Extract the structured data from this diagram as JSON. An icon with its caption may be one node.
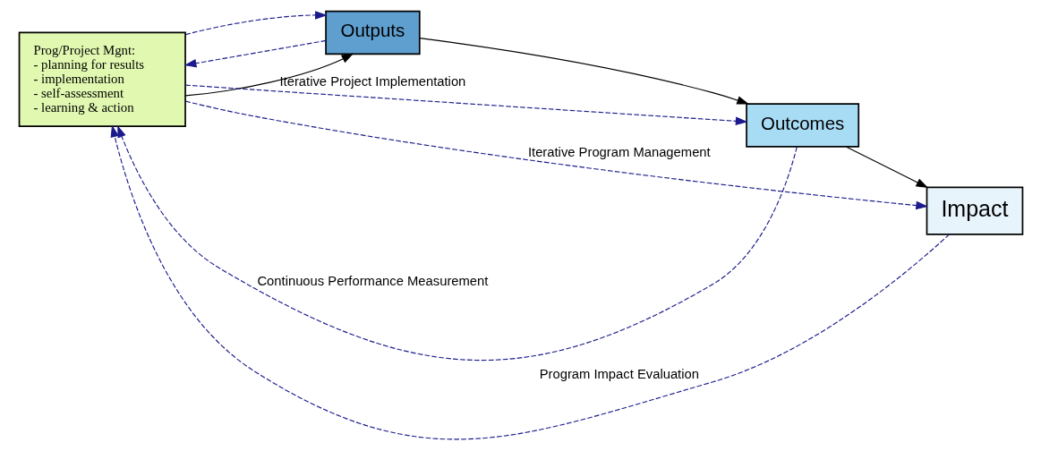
{
  "diagram": {
    "nodes": [
      {
        "text": [
          "Prog/Project Mgnt:",
          "- planning for results",
          "- implementation",
          "- self-assessment",
          "- learning & action"
        ]
      },
      {
        "text": [
          "Outputs"
        ]
      },
      {
        "text": [
          "Outcomes"
        ]
      },
      {
        "text": [
          "Impact"
        ]
      }
    ],
    "edges": [
      {
        "from": 0,
        "to": 1,
        "arrow": "to",
        "color": "#000000"
      },
      {
        "from": 1,
        "to": 2,
        "arrow": "to",
        "color": "#000000"
      },
      {
        "from": 2,
        "to": 3,
        "arrow": "to",
        "color": "#000000"
      },
      {
        "from": 1,
        "to": 0,
        "arrow": "to",
        "style": "dashed",
        "color": "#1a1a8c"
      },
      {
        "from": 2,
        "to": 0,
        "arrow": "to",
        "style": "dashed",
        "color": "#1a1a8c",
        "label": "Continuous Performance Measurement"
      },
      {
        "from": 3,
        "to": 0,
        "arrow": "to",
        "style": "dashed",
        "color": "#1a1a8c",
        "label": "Program Impact Evaluation"
      },
      {
        "from": 0,
        "to": 1,
        "arrow": "to",
        "style": "dashed",
        "color": "#1a1a8c"
      },
      {
        "from": 0,
        "to": 2,
        "arrow": "to",
        "style": "dashed",
        "color": "#1a1a8c",
        "label": "Iterative Project Implementation"
      },
      {
        "from": 0,
        "to": 3,
        "arrow": "to",
        "style": "dashed",
        "color": "#1a1a8c",
        "label": "Iterative Program Management"
      }
    ]
  }
}
